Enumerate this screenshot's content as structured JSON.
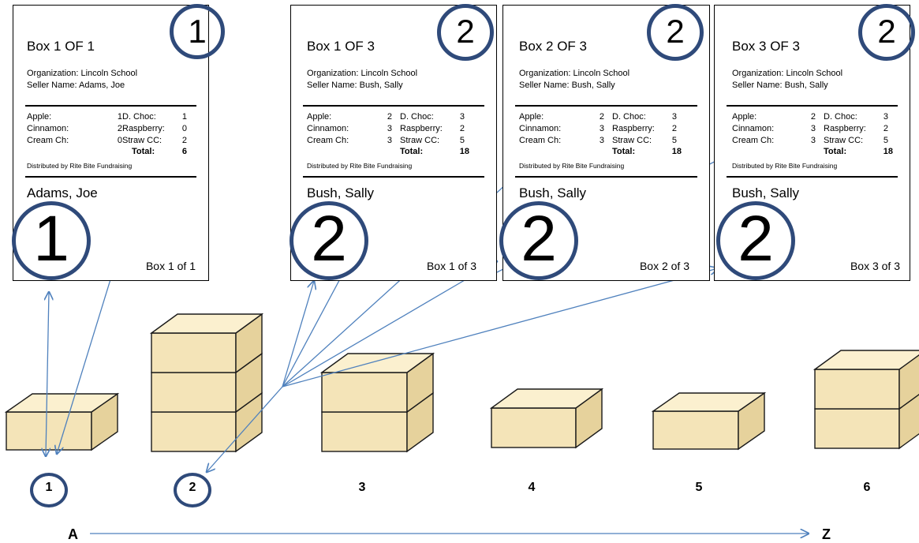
{
  "cards": [
    {
      "title": "Box 1 OF 1",
      "organization": "Organization: Lincoln School",
      "seller_line": "Seller Name: Adams, Joe",
      "rows": [
        {
          "l1": "Apple:",
          "v1": "1",
          "l2": "D. Choc:",
          "v2": "1"
        },
        {
          "l1": "Cinnamon:",
          "v1": "2",
          "l2": "Raspberry:",
          "v2": "0"
        },
        {
          "l1": "Cream Ch:",
          "v1": "0",
          "l2": "Straw CC:",
          "v2": "2"
        }
      ],
      "total_label": "Total:",
      "total_value": "6",
      "distributed": "Distributed by Rite Bite Fundraising",
      "seller_big": "Adams, Joe",
      "box_label": "Box 1 of 1",
      "small_number": "1",
      "big_number": "1"
    },
    {
      "title": "Box 1 OF 3",
      "organization": "Organization: Lincoln School",
      "seller_line": "Seller Name: Bush, Sally",
      "rows": [
        {
          "l1": "Apple:",
          "v1": "2",
          "l2": "D. Choc:",
          "v2": "3"
        },
        {
          "l1": "Cinnamon:",
          "v1": "3",
          "l2": "Raspberry:",
          "v2": "2"
        },
        {
          "l1": "Cream Ch:",
          "v1": "3",
          "l2": "Straw CC:",
          "v2": "5"
        }
      ],
      "total_label": "Total:",
      "total_value": "18",
      "distributed": "Distributed by Rite Bite Fundraising",
      "seller_big": "Bush, Sally",
      "box_label": "Box 1 of 3",
      "small_number": "2",
      "big_number": "2"
    },
    {
      "title": "Box 2 OF 3",
      "organization": "Organization: Lincoln School",
      "seller_line": "Seller Name: Bush, Sally",
      "rows": [
        {
          "l1": "Apple:",
          "v1": "2",
          "l2": "D. Choc:",
          "v2": "3"
        },
        {
          "l1": "Cinnamon:",
          "v1": "3",
          "l2": "Raspberry:",
          "v2": "2"
        },
        {
          "l1": "Cream Ch:",
          "v1": "3",
          "l2": "Straw CC:",
          "v2": "5"
        }
      ],
      "total_label": "Total:",
      "total_value": "18",
      "distributed": "Distributed by Rite Bite Fundraising",
      "seller_big": "Bush, Sally",
      "box_label": "Box 2 of 3",
      "small_number": "2",
      "big_number": "2"
    },
    {
      "title": "Box 3 OF 3",
      "organization": "Organization: Lincoln School",
      "seller_line": "Seller Name: Bush, Sally",
      "rows": [
        {
          "l1": "Apple:",
          "v1": "2",
          "l2": "D. Choc:",
          "v2": "3"
        },
        {
          "l1": "Cinnamon:",
          "v1": "3",
          "l2": "Raspberry:",
          "v2": "2"
        },
        {
          "l1": "Cream Ch:",
          "v1": "3",
          "l2": "Straw CC:",
          "v2": "5"
        }
      ],
      "total_label": "Total:",
      "total_value": "18",
      "distributed": "Distributed by Rite Bite Fundraising",
      "seller_big": "Bush, Sally",
      "box_label": "Box 3 of 3",
      "small_number": "2",
      "big_number": "2"
    }
  ],
  "positions": [
    {
      "label": "1",
      "circled": true,
      "boxes": 1
    },
    {
      "label": "2",
      "circled": true,
      "boxes": 3
    },
    {
      "label": "3",
      "circled": false,
      "boxes": 2
    },
    {
      "label": "4",
      "circled": false,
      "boxes": 1
    },
    {
      "label": "5",
      "circled": false,
      "boxes": 1
    },
    {
      "label": "6",
      "circled": false,
      "boxes": 2
    }
  ],
  "axis": {
    "start": "A",
    "end": "Z"
  },
  "colors": {
    "box_front": "#f4e4b8",
    "box_top": "#fbf0cf",
    "box_side": "#e6d29c",
    "circle_stroke": "#2f4a7a",
    "arrow": "#4f81bd"
  }
}
